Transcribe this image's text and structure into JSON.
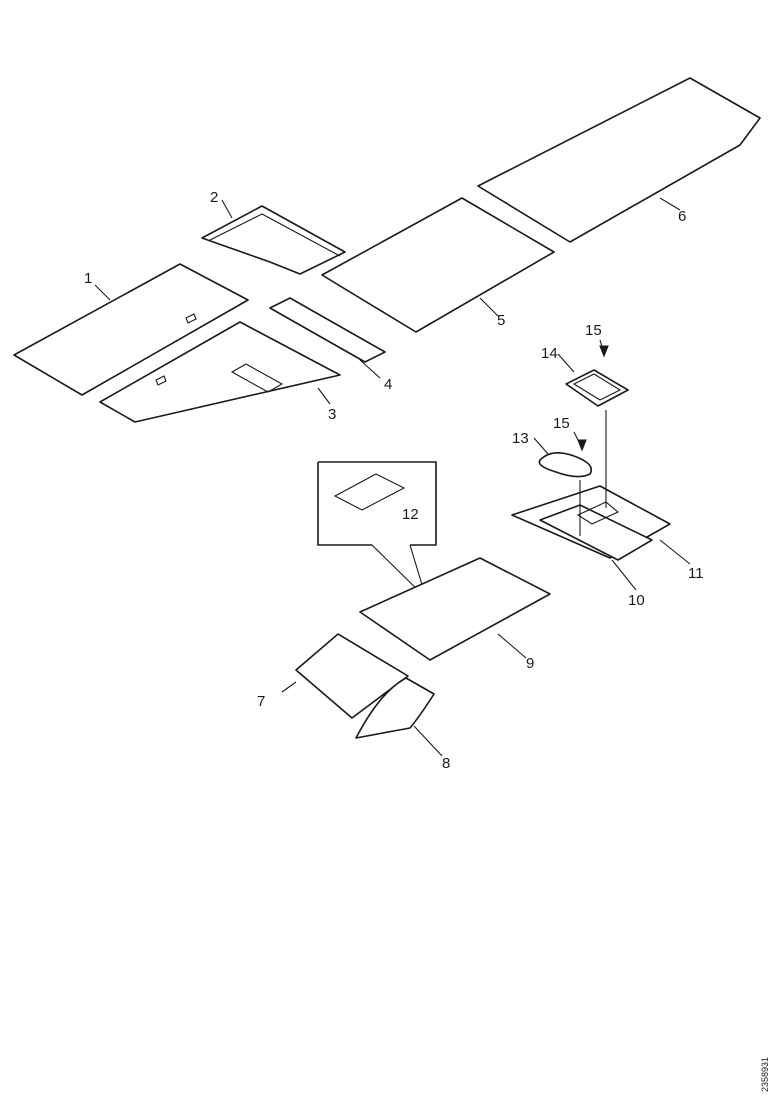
{
  "labels": {
    "l1": "1",
    "l2": "2",
    "l3": "3",
    "l4": "4",
    "l5": "5",
    "l6": "6",
    "l7": "7",
    "l8": "8",
    "l9": "9",
    "l10": "10",
    "l11": "11",
    "l12": "12",
    "l13": "13",
    "l14": "14",
    "l15a": "15",
    "l15b": "15"
  },
  "reference_code": "2358931"
}
